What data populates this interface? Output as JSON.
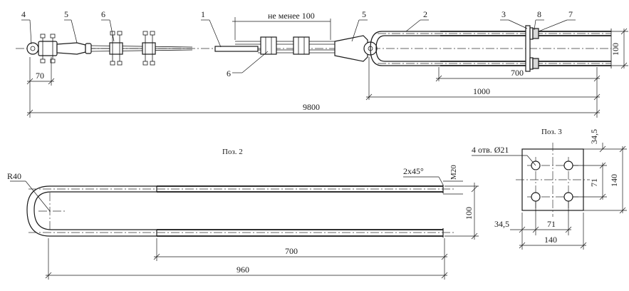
{
  "callouts": [
    "4",
    "5",
    "6",
    "1",
    "5",
    "2",
    "3",
    "8",
    "7",
    "6"
  ],
  "notes": {
    "min_length": "не менее 100",
    "pos2": "Поз. 2",
    "pos3": "Поз. 3",
    "holes": "4 отв. Ø21",
    "radius": "R40",
    "chamfer": "2х45°",
    "thread": "М20"
  },
  "dims": {
    "d70_top": "70",
    "d700_top": "700",
    "d1000": "1000",
    "d9800": "9800",
    "d100_top": "100",
    "d100_mid": "100",
    "d700_bottom": "700",
    "d960": "960",
    "d34_5_top": "34,5",
    "d140_right": "140",
    "d71_right": "71",
    "d34_5_bottom": "34,5",
    "d71_bottom": "71",
    "d140_bottom": "140"
  }
}
